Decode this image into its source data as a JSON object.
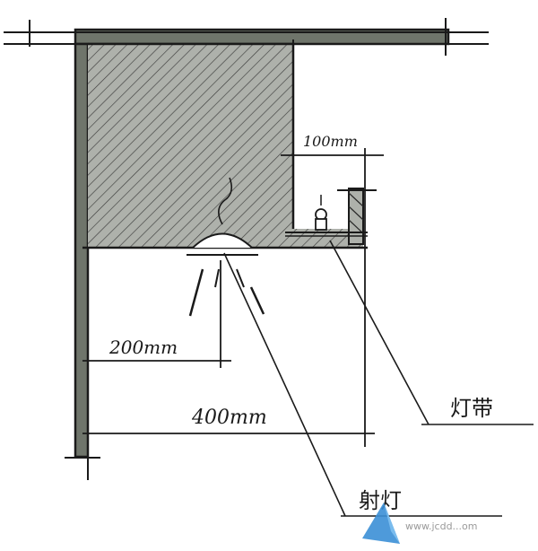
{
  "dimensions": {
    "offset_100": "100mm",
    "spot_offset": "200mm",
    "total_width": "400mm"
  },
  "labels": {
    "light_strip": "灯带",
    "spotlight": "射灯"
  },
  "watermark": "www.jcdd...om",
  "colors": {
    "wall": "#6f756b",
    "ceiling_fill": "#aeb1ab",
    "ink": "#1a1a1a"
  }
}
